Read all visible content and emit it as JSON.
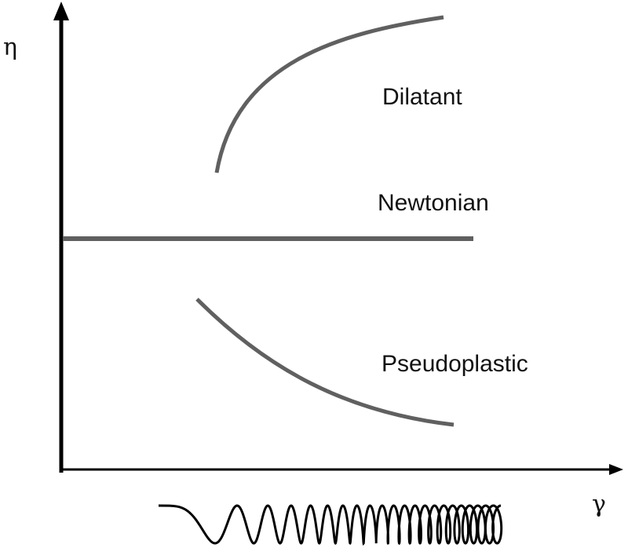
{
  "axes": {
    "y_label": "η",
    "x_label": "γ"
  },
  "curves": {
    "dilatant": "Dilatant",
    "newtonian": "Newtonian",
    "pseudoplastic": "Pseudoplastic"
  },
  "colors": {
    "axis": "#000000",
    "curve": "#606060",
    "spring": "#000000"
  }
}
